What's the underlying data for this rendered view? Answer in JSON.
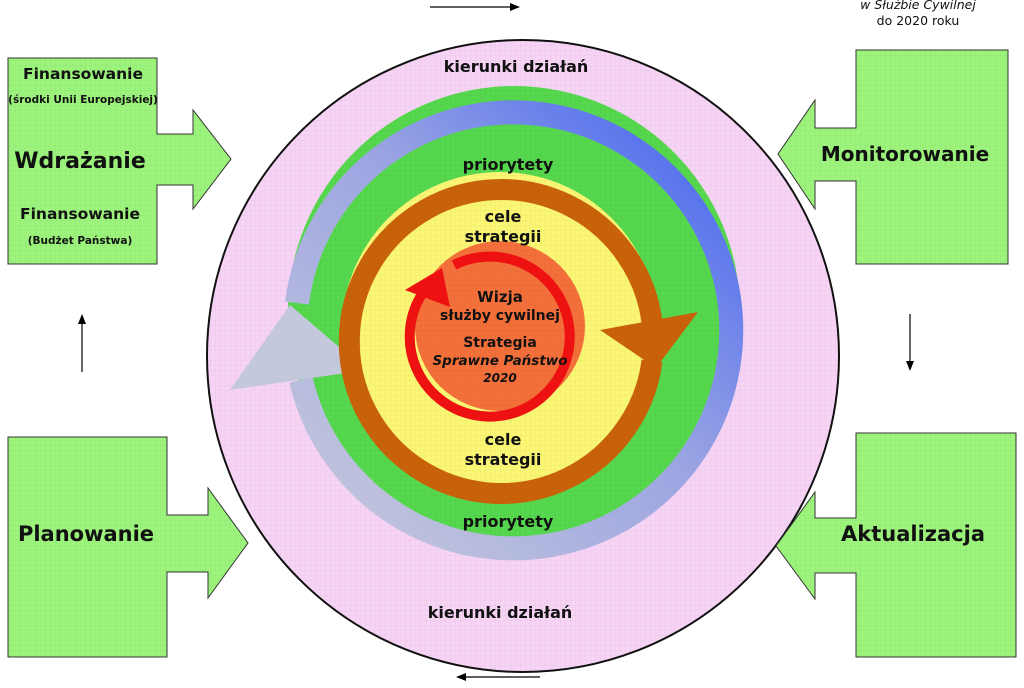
{
  "corner_note": {
    "line1": "w Służbie Cywilnej",
    "line2": "do 2020 roku"
  },
  "left_top_box": {
    "financing_eu": "Finansowanie",
    "financing_eu_note": "(środki Unii Europejskiej)",
    "title": "Wdrażanie",
    "financing_budget": "Finansowanie",
    "financing_budget_note": "(Budżet Państwa)"
  },
  "right_top_box": {
    "title": "Monitorowanie"
  },
  "left_bottom_box": {
    "title": "Planowanie"
  },
  "right_bottom_box": {
    "title": "Aktualizacja"
  },
  "rings": {
    "outer_top": "kierunki działań",
    "outer_bottom": "kierunki działań",
    "priorities_top": "priorytety",
    "priorities_bottom": "priorytety",
    "goals_top_1": "cele",
    "goals_top_2": "strategii",
    "goals_bottom_1": "cele",
    "goals_bottom_2": "strategii"
  },
  "core": {
    "vision_1": "Wizja",
    "vision_2": "służby cywilnej",
    "strategy": "Strategia",
    "strategy_name": "Sprawne Państwo",
    "strategy_year": "2020"
  },
  "colors": {
    "box_green": "#9cf47c",
    "outer_pink": "#f7d4f5",
    "ring_green": "#56d84e",
    "ring_yellow": "#fbf774",
    "core_orange": "#f4703a",
    "arrow_brown": "#c8620a",
    "arrow_red": "#ee1111",
    "arrow_blue": "#4466f0",
    "arrow_lavender": "#c4c8dc"
  }
}
